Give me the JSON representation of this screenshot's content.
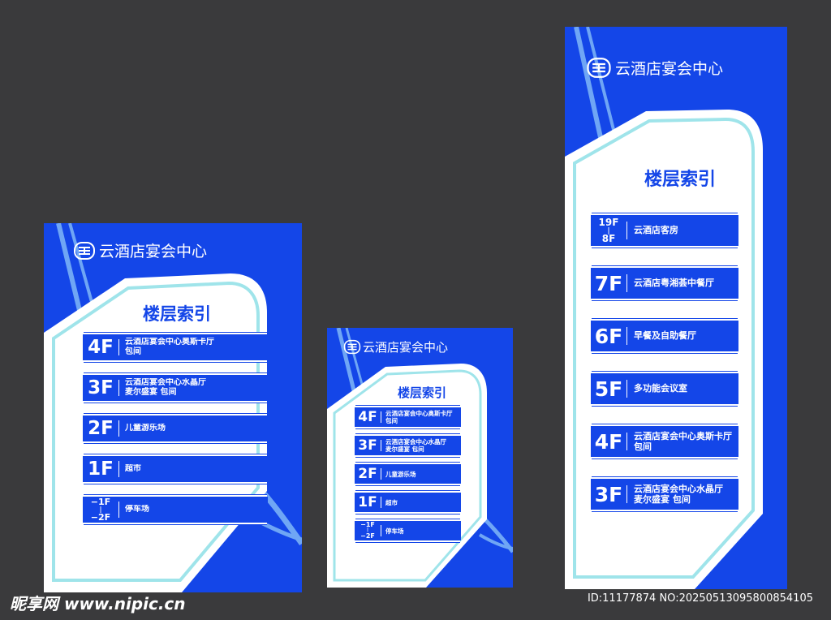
{
  "brand": "云酒店宴会中心",
  "index_title": "楼层索引",
  "small_sign_rows": [
    {
      "floor": "4F",
      "lines": [
        "云酒店宴会中心奥斯卡厅",
        "包间"
      ]
    },
    {
      "floor": "3F",
      "lines": [
        "云酒店宴会中心水晶厅",
        "麦尔盛宴  包间"
      ]
    },
    {
      "floor": "2F",
      "lines": [
        "儿童游乐场"
      ]
    },
    {
      "floor": "1F",
      "lines": [
        "超市"
      ]
    },
    {
      "floor_top": "−1F",
      "floor_mid": "|",
      "floor_bottom": "−2F",
      "lines": [
        "停车场"
      ]
    }
  ],
  "tall_sign_rows": [
    {
      "floor_top": "19F",
      "floor_mid": "|",
      "floor_bottom": "8F",
      "lines": [
        "云酒店客房"
      ]
    },
    {
      "floor": "7F",
      "lines": [
        "云酒店粤湘荟中餐厅"
      ]
    },
    {
      "floor": "6F",
      "lines": [
        "早餐及自助餐厅"
      ]
    },
    {
      "floor": "5F",
      "lines": [
        "多功能会议室"
      ]
    },
    {
      "floor": "4F",
      "lines": [
        "云酒店宴会中心奥斯卡厅",
        "包间"
      ]
    },
    {
      "floor": "3F",
      "lines": [
        "云酒店宴会中心水晶厅",
        "麦尔盛宴  包间"
      ]
    }
  ],
  "watermark": {
    "site": "昵享网 www.nipic.cn",
    "id": "ID:11177874 NO:20250513095800854105"
  },
  "colors": {
    "background": "#3a3a3c",
    "sign_blue": "#1446e8",
    "light_blue": "#6fa6f5",
    "cyan_border": "#9fe4ea",
    "white": "#ffffff"
  }
}
